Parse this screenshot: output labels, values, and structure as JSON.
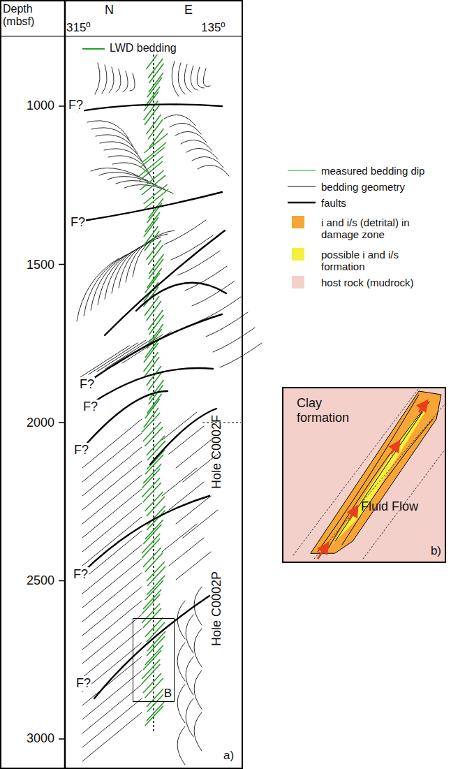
{
  "diagram": {
    "nodes": [
      {
        "text": [
          "B"
        ]
      },
      {
        "text": [
          "Clay formation",
          "Fluid Flow",
          "b)"
        ]
      }
    ],
    "labels": [
      "Depth (mbsf)",
      "N",
      "E",
      "315º",
      "135º",
      "LWD bedding",
      "1000",
      "1500",
      "2000",
      "2500",
      "3000",
      "F?",
      "F?",
      "F?",
      "F?",
      "F?",
      "F?",
      "F?",
      "Hole C0002F",
      "Hole C0002P",
      "a)"
    ],
    "legend": [
      {
        "text": "measured bedding dip"
      },
      {
        "text": "bedding geometry"
      },
      {
        "text": "faults"
      },
      {
        "text": "i and i/s (detrital) in damage zone",
        "color": "#f7a535"
      },
      {
        "text": "possible i and i/s formation",
        "color": "#f5ee3c"
      },
      {
        "text": "host rock (mudrock)",
        "color": "#f3d0ca"
      }
    ]
  }
}
